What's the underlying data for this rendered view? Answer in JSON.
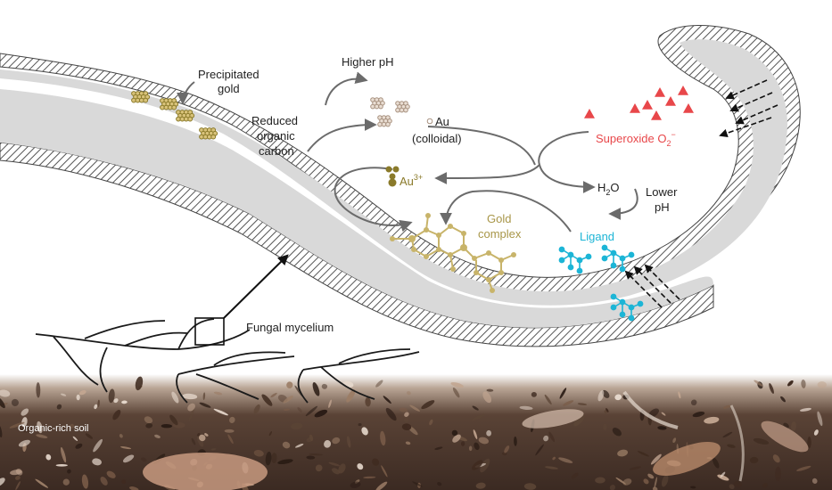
{
  "labels": {
    "precipitated_gold_1": "Precipitated",
    "precipitated_gold_2": "gold",
    "higher_ph": "Higher pH",
    "reduced_1": "Reduced",
    "reduced_2": "organic",
    "reduced_3": "carbon",
    "au_colloidal_1": "Au",
    "au_colloidal_2": "(colloidal)",
    "superoxide": "Superoxide O",
    "superoxide_sub": "2",
    "superoxide_sup": "−",
    "au3": "Au",
    "au3_sup": "3+",
    "h2o_h": "H",
    "h2o_sub": "2",
    "h2o_o": "O",
    "lower_ph_1": "Lower",
    "lower_ph_2": "pH",
    "gold_complex_1": "Gold",
    "gold_complex_2": "complex",
    "ligand": "Ligand",
    "fungal_mycelium": "Fungal mycelium",
    "soil": "Organic-rich soil"
  },
  "colors": {
    "hypha_fill": "#d9d9d9",
    "wall_hatch": "#555555",
    "gold": "#a89648",
    "gold_dark": "#8a7a2a",
    "superoxide": "#e8474a",
    "ligand": "#1cb5d6",
    "colloid": "#a89280",
    "arrow": "#6b6b6b",
    "soil_dark": "#3b2a22",
    "soil_light": "#8a6a55"
  }
}
